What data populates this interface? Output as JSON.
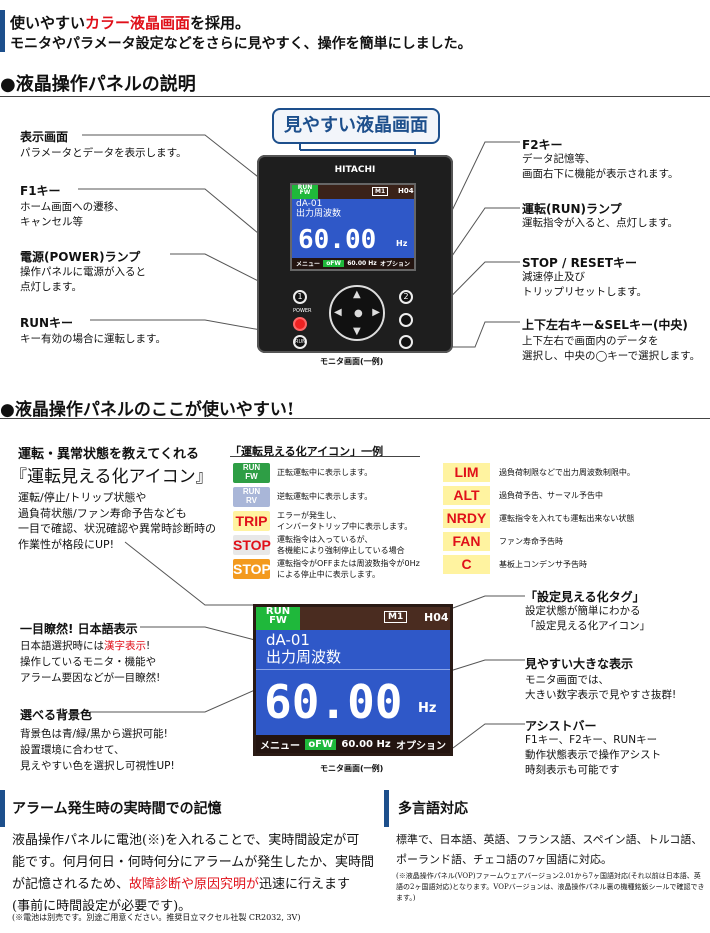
{
  "intro": {
    "line1_a": "使いやすい",
    "line1_red": "カラー液晶画面",
    "line1_b": "を採用。",
    "line2": "モニタやパラメータ設定などをさらに見やすく、操作を簡単にしました。"
  },
  "section1": {
    "heading": "●液晶操作パネルの説明",
    "callout": "見やすい液晶画面",
    "caption": "モニタ画面(一例)",
    "left": [
      {
        "title": "表示画面",
        "desc": [
          "パラメータとデータを表示します。"
        ]
      },
      {
        "title": "F1キー",
        "desc": [
          "ホーム画面への遷移、",
          "キャンセル等"
        ]
      },
      {
        "title": "電源(POWER)ランプ",
        "desc": [
          "操作パネルに電源が入ると",
          "点灯します。"
        ]
      },
      {
        "title": "RUNキー",
        "desc": [
          "キー有効の場合に運転します。"
        ]
      }
    ],
    "right": [
      {
        "title": "F2キー",
        "desc": [
          "データ記憶等、",
          "画面右下に機能が表示されます。"
        ]
      },
      {
        "title": "運転(RUN)ランプ",
        "desc": [
          "運転指令が入ると、点灯します。"
        ]
      },
      {
        "title": "STOP / RESETキー",
        "desc": [
          "減速停止及び",
          "トリップリセットします。"
        ]
      },
      {
        "title": "上下左右キー&SELキー(中央)",
        "desc": [
          "上下左右で画面内のデータを",
          "選択し、中央の◯キーで選択します。"
        ]
      }
    ],
    "device": {
      "brand": "HITACHI",
      "power_label": "POWER",
      "key1": "1",
      "key2": "2",
      "run_key": "RUN"
    }
  },
  "screen": {
    "run": "RUN",
    "fw": "FW",
    "mode_tag": "M1",
    "code": "H04",
    "param_code": "dA-01",
    "param_name": "出力周波数",
    "value": "60.00",
    "unit": "Hz",
    "menu": "メニュー",
    "status": "oFW",
    "freq": "60.00 Hz",
    "option": "オプション"
  },
  "section2": {
    "heading": "●液晶操作パネルのここが使いやすい!",
    "subtitle": "運転・異常状態を教えてくれる",
    "title": "『運転見える化アイコン』",
    "desc": [
      "運転/停止/トリップ状態や",
      "過負荷状態/ファン寿命予告なども",
      "一目で確認、状況確認や異常時診断時の",
      "作業性が格段にUP!"
    ],
    "icon_table_title": "「運転見える化アイコン」一例",
    "icons_left": [
      {
        "label": "RUN FW",
        "desc": [
          "正転運転中に表示します。"
        ],
        "bg": "#2e9e45",
        "fg": "#ffffff"
      },
      {
        "label": "RUN RV",
        "desc": [
          "逆転運転中に表示します。"
        ],
        "bg": "#a9b6d8",
        "fg": "#ffffff"
      },
      {
        "label": "TRIP",
        "desc": [
          "エラーが発生し、",
          "インバータトリップ中に表示します。"
        ],
        "bg": "#fff3a0",
        "fg": "#e0101a"
      },
      {
        "label": "STOP",
        "desc": [
          "運転指令は入っているが、",
          "各機能により強制停止している場合"
        ],
        "bg": "#e8e8e8",
        "fg": "#e0101a"
      },
      {
        "label": "STOP",
        "desc": [
          "運転指令がOFFまたは周波数指令が0Hz",
          "による停止中に表示します。"
        ],
        "bg": "#f39a1e",
        "fg": "#ffffff"
      }
    ],
    "icons_right": [
      {
        "label": "LIM",
        "desc": "過負荷制限などで出力周波数制限中。",
        "bg": "#fff3a0",
        "fg": "#e0101a"
      },
      {
        "label": "ALT",
        "desc": "過負荷予告、サーマル予告中",
        "bg": "#fff3a0",
        "fg": "#e0101a"
      },
      {
        "label": "NRDY",
        "desc": "運転指令を入れても運転出来ない状態",
        "bg": "#fff3a0",
        "fg": "#e0101a"
      },
      {
        "label": "FAN",
        "desc": "ファン寿命予告時",
        "bg": "#fff3a0",
        "fg": "#e0101a"
      },
      {
        "label": "C",
        "desc": "基板上コンデンサ予告時",
        "bg": "#fff3a0",
        "fg": "#e0101a"
      }
    ],
    "left_features": [
      {
        "title": "一目瞭然! 日本語表示",
        "desc_a": "日本語選択時には",
        "desc_red": "漢字表示",
        "desc_b": "!",
        "desc": [
          "操作しているモニタ・機能や",
          "アラーム要因などが一目瞭然!"
        ]
      },
      {
        "title": "選べる背景色",
        "desc": [
          "背景色は青/緑/黒から選択可能!",
          "設置環境に合わせて、",
          "見えやすい色を選択し可視性UP!"
        ]
      }
    ],
    "right_features": [
      {
        "title": "「設定見える化タグ」",
        "desc": [
          "設定状態が簡単にわかる",
          "「設定見える化アイコン」"
        ]
      },
      {
        "title": "見やすい大きな表示",
        "desc": [
          "モニタ画面では、",
          "大きい数字表示で見やすさ抜群!"
        ]
      },
      {
        "title": "アシストバー",
        "desc": [
          "F1キー、F2キー、RUNキー",
          "動作状態表示で操作アシスト",
          "時刻表示も可能です"
        ]
      }
    ],
    "caption": "モニタ画面(一例)"
  },
  "alarm": {
    "heading": "アラーム発生時の実時間での記憶",
    "lines": [
      "液晶操作パネルに電池(※)を入れることで、実時間設定が可",
      "能です。何月何日・何時何分にアラームが発生したか、実時間"
    ],
    "line3_a": "が記憶されるため、",
    "line3_red": "故障診断や原因究明が",
    "line3_b": "迅速に行えます",
    "line4": "(事前に時間設定が必要です)。",
    "note": "(※電池は別売です。別途ご用意ください。推奨日立マクセル社製 CR2032, 3V)"
  },
  "multilang": {
    "heading": "多言語対応",
    "lines": [
      "標準で、日本語、英語、フランス語、スペイン語、トルコ語、",
      "ポーランド語、チェコ語の7ヶ国語に対応。"
    ],
    "note": [
      "(※液晶操作パネル(VOP)ファームウェアバージョン2.01から7ヶ国語対応(それ以前",
      "は日本語、英語の2ヶ国語対応)となります。VOPバージョンは、液晶操作パネル裏の",
      "機種銘鈑シールで確認できます。)"
    ]
  },
  "colors": {
    "accent_blue": "#1d4f8c",
    "highlight_red": "#e0101a",
    "lcd_blue": "#2f58c8",
    "run_green": "#1fb83b"
  }
}
